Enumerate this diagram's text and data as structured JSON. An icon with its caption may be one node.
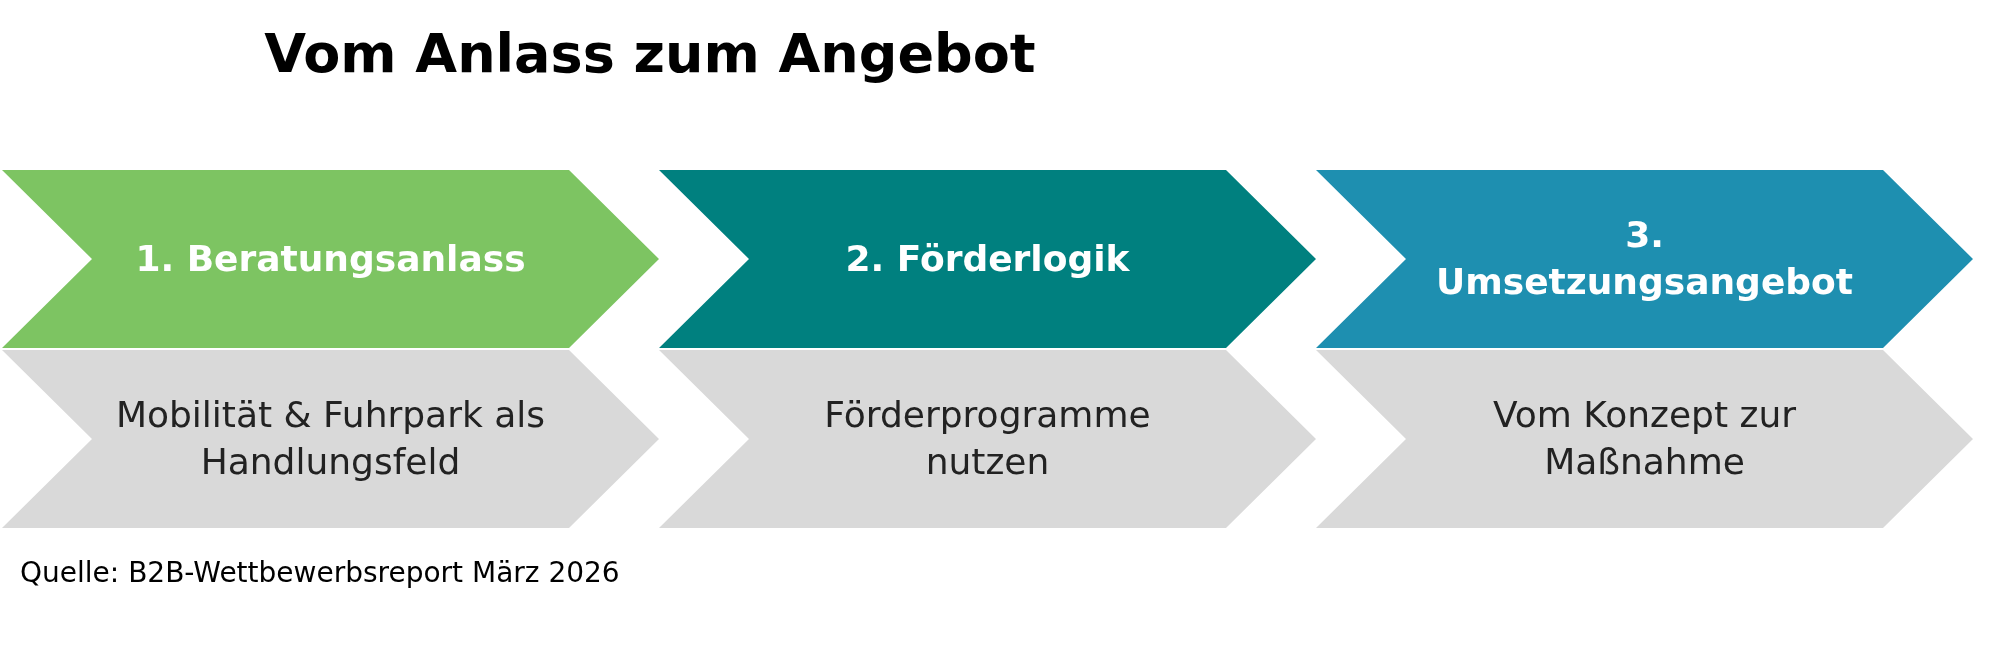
{
  "diagram": {
    "title": "Vom Anlass zum Angebot",
    "caption": "Quelle: B2B-Wettbewerbsreport März 2026",
    "nodes": [
      {
        "text": [
          "1. Beratungsanlass"
        ]
      },
      {
        "text": [
          "Mobilität & Fuhrpark als Handlungsfeld"
        ]
      },
      {
        "text": [
          "2. Förderlogik"
        ]
      },
      {
        "text": [
          "Förderprogramme nutzen"
        ]
      },
      {
        "text": [
          "3. Umsetzungsangebot"
        ]
      },
      {
        "text": [
          "Vom Konzept zur Maßnahme"
        ]
      }
    ],
    "edges": []
  }
}
